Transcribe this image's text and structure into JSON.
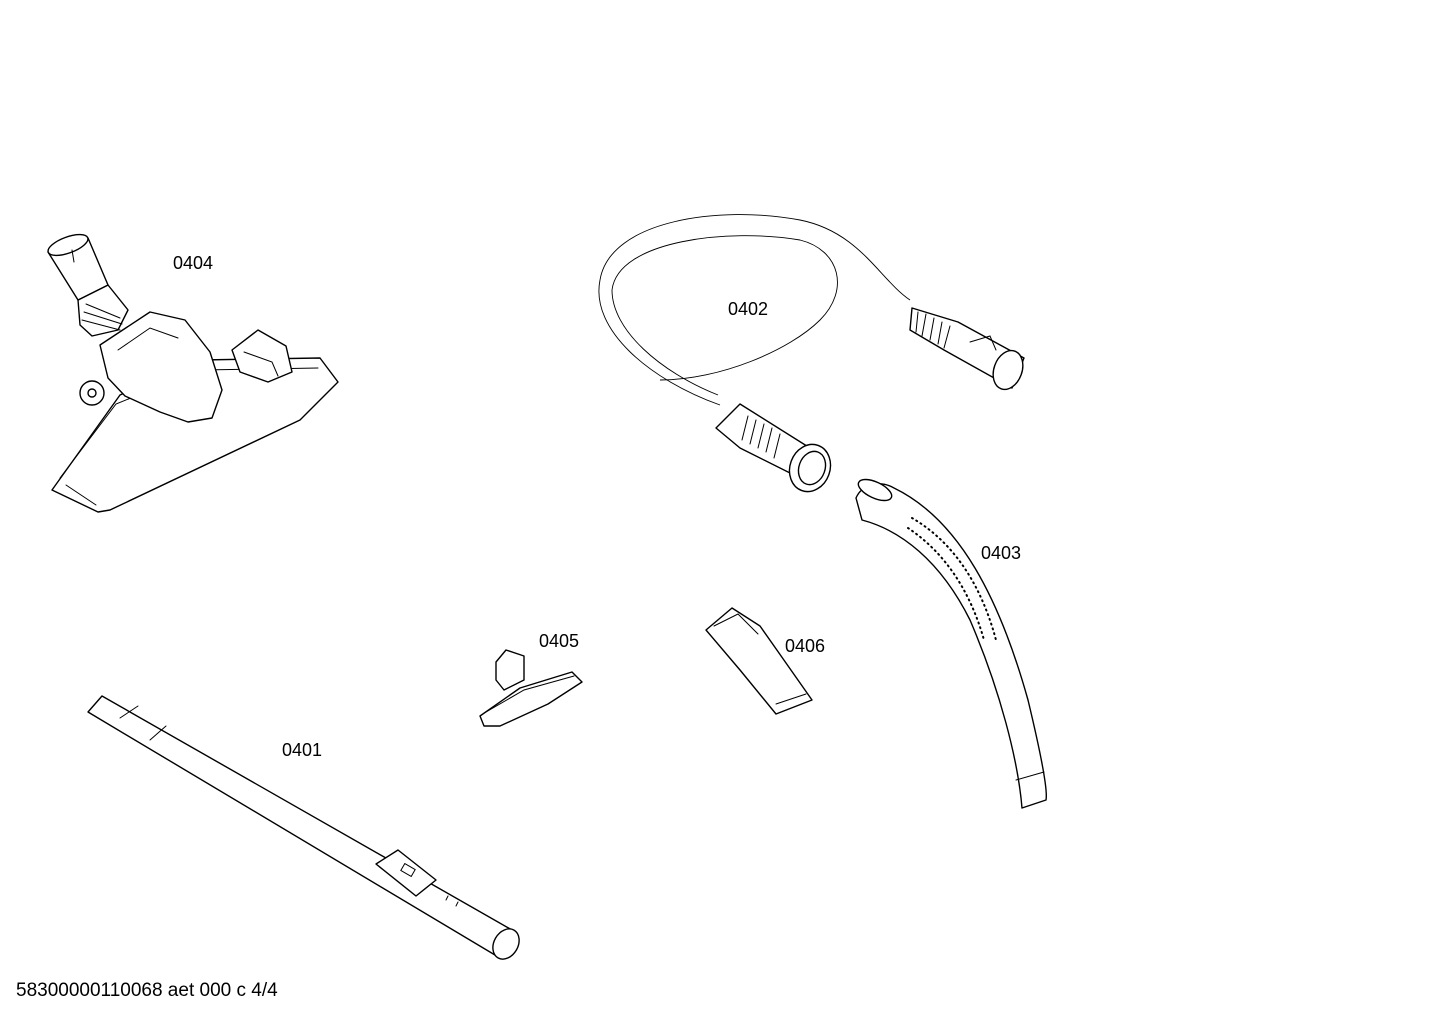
{
  "document": {
    "footer_code": "58300000110068 aet 000 c 4/4"
  },
  "parts": [
    {
      "id": "part-0401",
      "number": "0401",
      "name": "tube-icon"
    },
    {
      "id": "part-0402",
      "number": "0402",
      "name": "hose-icon"
    },
    {
      "id": "part-0403",
      "number": "0403",
      "name": "handle-icon"
    },
    {
      "id": "part-0404",
      "number": "0404",
      "name": "floor-nozzle-icon"
    },
    {
      "id": "part-0405",
      "number": "0405",
      "name": "upholstery-nozzle-icon"
    },
    {
      "id": "part-0406",
      "number": "0406",
      "name": "crevice-nozzle-icon"
    }
  ],
  "colors": {
    "line": "#000000",
    "background": "#ffffff"
  }
}
